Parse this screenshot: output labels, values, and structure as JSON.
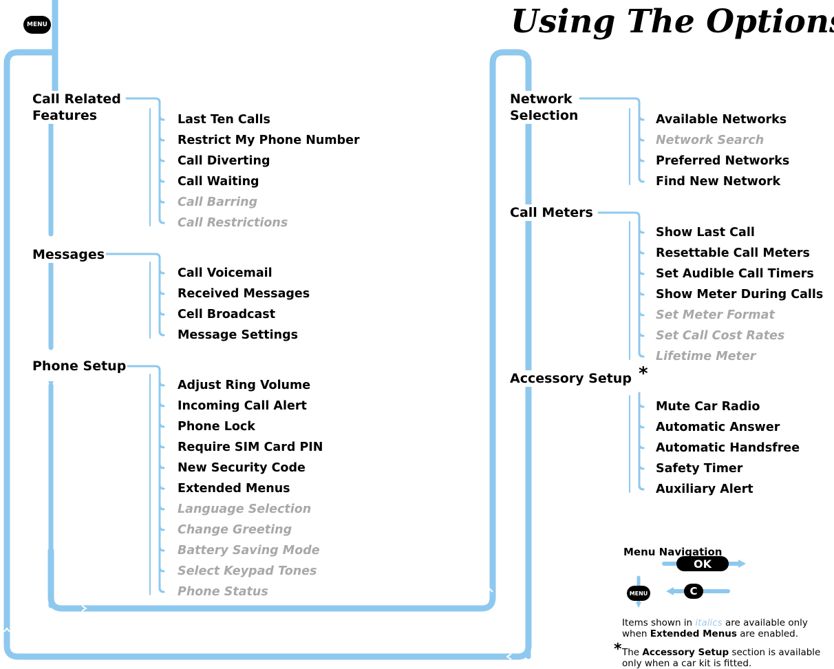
{
  "title": "Using The Options",
  "menu_key": "MENU",
  "colors": {
    "line": "#8ec8ee",
    "extended_text": "#a8a8a8",
    "italic_note": "#9fc9ea"
  },
  "sections": [
    {
      "label": "Call Related Features",
      "lines": [
        "Call Related",
        "Features"
      ],
      "items": [
        {
          "label": "Last Ten Calls",
          "extended": false
        },
        {
          "label": "Restrict My Phone Number",
          "extended": false
        },
        {
          "label": "Call Diverting",
          "extended": false
        },
        {
          "label": "Call Waiting",
          "extended": false
        },
        {
          "label": "Call Barring",
          "extended": true
        },
        {
          "label": "Call Restrictions",
          "extended": true
        }
      ]
    },
    {
      "label": "Messages",
      "lines": [
        "Messages"
      ],
      "items": [
        {
          "label": "Call Voicemail",
          "extended": false
        },
        {
          "label": "Received Messages",
          "extended": false
        },
        {
          "label": "Cell Broadcast",
          "extended": false
        },
        {
          "label": "Message Settings",
          "extended": false
        }
      ]
    },
    {
      "label": "Phone Setup",
      "lines": [
        "Phone Setup"
      ],
      "items": [
        {
          "label": "Adjust Ring Volume",
          "extended": false
        },
        {
          "label": "Incoming Call Alert",
          "extended": false
        },
        {
          "label": "Phone Lock",
          "extended": false
        },
        {
          "label": "Require SIM Card PIN",
          "extended": false
        },
        {
          "label": "New Security Code",
          "extended": false
        },
        {
          "label": "Extended Menus",
          "extended": false
        },
        {
          "label": "Language Selection",
          "extended": true
        },
        {
          "label": "Change Greeting",
          "extended": true
        },
        {
          "label": "Battery Saving Mode",
          "extended": true
        },
        {
          "label": "Select Keypad Tones",
          "extended": true
        },
        {
          "label": "Phone Status",
          "extended": true
        }
      ]
    },
    {
      "label": "Network Selection",
      "lines": [
        "Network",
        "Selection"
      ],
      "items": [
        {
          "label": "Available Networks",
          "extended": false
        },
        {
          "label": "Network Search",
          "extended": true
        },
        {
          "label": "Preferred Networks",
          "extended": false
        },
        {
          "label": "Find New Network",
          "extended": false
        }
      ]
    },
    {
      "label": "Call Meters",
      "lines": [
        "Call Meters"
      ],
      "items": [
        {
          "label": "Show Last Call",
          "extended": false
        },
        {
          "label": "Resettable Call Meters",
          "extended": false
        },
        {
          "label": "Set Audible Call Timers",
          "extended": false
        },
        {
          "label": "Show Meter During Calls",
          "extended": false
        },
        {
          "label": "Set Meter Format",
          "extended": true
        },
        {
          "label": "Set Call Cost Rates",
          "extended": true
        },
        {
          "label": "Lifetime Meter",
          "extended": true
        }
      ]
    },
    {
      "label": "Accessory Setup",
      "lines": [
        "Accessory Setup"
      ],
      "mark": "*",
      "items": [
        {
          "label": "Mute Car Radio",
          "extended": false
        },
        {
          "label": "Automatic Answer",
          "extended": false
        },
        {
          "label": "Automatic Handsfree",
          "extended": false
        },
        {
          "label": "Safety Timer",
          "extended": false
        },
        {
          "label": "Auxiliary Alert",
          "extended": false
        }
      ]
    }
  ],
  "legend": {
    "title": "Menu Navigation",
    "menu_key": "MENU",
    "ok_key": "OK",
    "c_key": "C",
    "note1": {
      "a": "Items shown in ",
      "italic": "italics",
      "b": " are available only",
      "c": "when ",
      "bold": "Extended Menus",
      "d": " are enabled."
    },
    "note2": {
      "mark": "*",
      "a": "The ",
      "bold": "Accessory Setup",
      "b": " section is available",
      "c": "only when a car kit is fitted."
    }
  }
}
